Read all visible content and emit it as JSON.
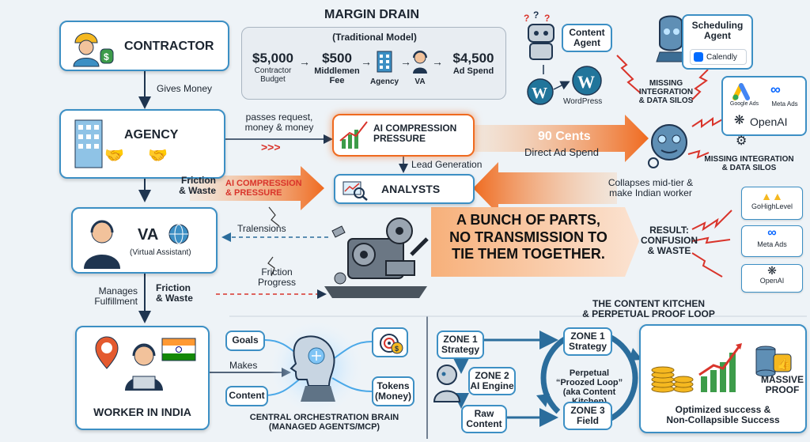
{
  "margin_drain": {
    "title": "MARGIN DRAIN",
    "subtitle": "(Traditional Model)",
    "items": [
      {
        "value": "$5,000",
        "label": "Contractor\nBudget"
      },
      {
        "value": "$500",
        "label": "Middlemen\nFee"
      },
      {
        "value": "",
        "label": "Agency"
      },
      {
        "value": "",
        "label": "VA"
      },
      {
        "value": "$4,500",
        "label": "Ad Spend"
      }
    ]
  },
  "left_column": {
    "contractor": "CONTRACTOR",
    "gives_money": "Gives Money",
    "agency": "AGENCY",
    "passes_request": "passes request,\nmoney & money",
    "friction_waste_1": "Friction\n& Waste",
    "ai_compression_arrow": "AI COMPRESSION\n& PRESSURE",
    "va_title": "VA",
    "va_sub": "(Virtual Assistant)",
    "tralensions": "Tralensions",
    "friction_progress": "Friction\nProgress",
    "manages_fulfillment": "Manages\nFulfillment",
    "friction_waste_2": "Friction\n& Waste",
    "worker": "WORKER IN INDIA",
    "makes": "Makes"
  },
  "center": {
    "ai_pressure_box": "AI COMPRESSION\nPRESSURE",
    "lead_generation": "Lead Generation",
    "analysts": "ANALYSTS",
    "ninety_cents": "90 Cents",
    "direct_ad_spend": "Direct Ad Spend",
    "parts_banner": "A BUNCH OF PARTS,\nNO TRANSMISSION TO\nTIE THEM TOGETHER.",
    "collapses": "Collapses mid-tier &\nmake Indian worker"
  },
  "top_right": {
    "content_agent": "Content\nAgent",
    "wordpress": "WordPress",
    "scheduling_agent": "Scheduling\nAgent",
    "calendly": "Calendly",
    "missing_1": "MISSING\nINTEGRATION\n& DATA SILOS",
    "google_ads": "Google Ads",
    "meta_ads": "Meta Ads",
    "openai": "OpenAI",
    "missing_2": "MISSING INTEGRATION\n& DATA SILOS"
  },
  "result": {
    "label": "RESULT:\nCONFUSION\n& WASTE",
    "tools": [
      "GoHighLevel",
      "Meta Ads",
      "OpenAI"
    ]
  },
  "orchestration": {
    "goals": "Goals",
    "content": "Content",
    "tokens": "Tokens\n(Money)",
    "caption": "CENTRAL ORCHESTRATION BRAIN\n(MANAGED AGENTS/MCP)"
  },
  "kitchen": {
    "title": "THE CONTENT KITCHEN\n& PERPETUAL PROOF LOOP",
    "zone1_left": "ZONE 1\nStrategy",
    "zone2": "ZONE 2\nAI Engine",
    "raw_content": "Raw\nContent",
    "zone1_loop": "ZONE 1\nStrategy",
    "zone3": "ZONE 3\nField",
    "loop_label": "Perpetual\n“Proozed Loop”\n(aka Content\nKitchen)",
    "massive_proof": "MASSIVE\nPROOF",
    "optimized": "Optimized success &\nNon-Collapsible Success"
  },
  "colors": {
    "blue_border": "#3c8fc4",
    "orange": "#ef6a1f",
    "dark_navy": "#1f3550",
    "red_bolt": "#d9342b"
  }
}
